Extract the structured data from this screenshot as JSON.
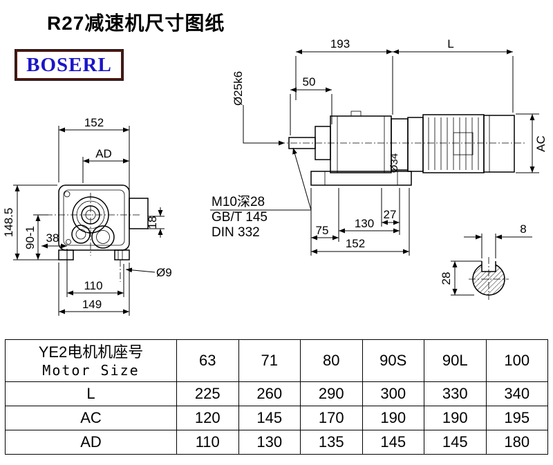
{
  "page": {
    "title": "R27减速机尺寸图纸",
    "logo": "BOSERL",
    "colors": {
      "logo_text": "#1b15c8",
      "logo_border": "#4a1712",
      "line": "#000000"
    }
  },
  "drawing": {
    "front": {
      "w152": "152",
      "ad": "AD",
      "h148": "148.5",
      "h90": "90-1",
      "h18": "18",
      "d38": "38",
      "d110": "110",
      "d149": "149",
      "hole": "Ø9"
    },
    "side": {
      "d193": "193",
      "L": "L",
      "d50": "50",
      "shaft": "Ø25k6",
      "ac": "AC",
      "d34": "Ø34",
      "tap": "M10深28",
      "std1": "GB/T 145",
      "std2": "DIN 332",
      "d27": "27",
      "d75": "75",
      "d130": "130",
      "d152": "152"
    },
    "detail": {
      "w8": "8",
      "h28": "28"
    }
  },
  "table": {
    "header_cn": "YE2电机机座号",
    "header_en": "Motor Size",
    "sizes": [
      "63",
      "71",
      "80",
      "90S",
      "90L",
      "100"
    ],
    "rows": [
      {
        "label": "L",
        "values": [
          "225",
          "260",
          "290",
          "300",
          "330",
          "340"
        ]
      },
      {
        "label": "AC",
        "values": [
          "120",
          "145",
          "170",
          "190",
          "190",
          "195"
        ]
      },
      {
        "label": "AD",
        "values": [
          "110",
          "130",
          "135",
          "145",
          "145",
          "180"
        ]
      }
    ]
  }
}
